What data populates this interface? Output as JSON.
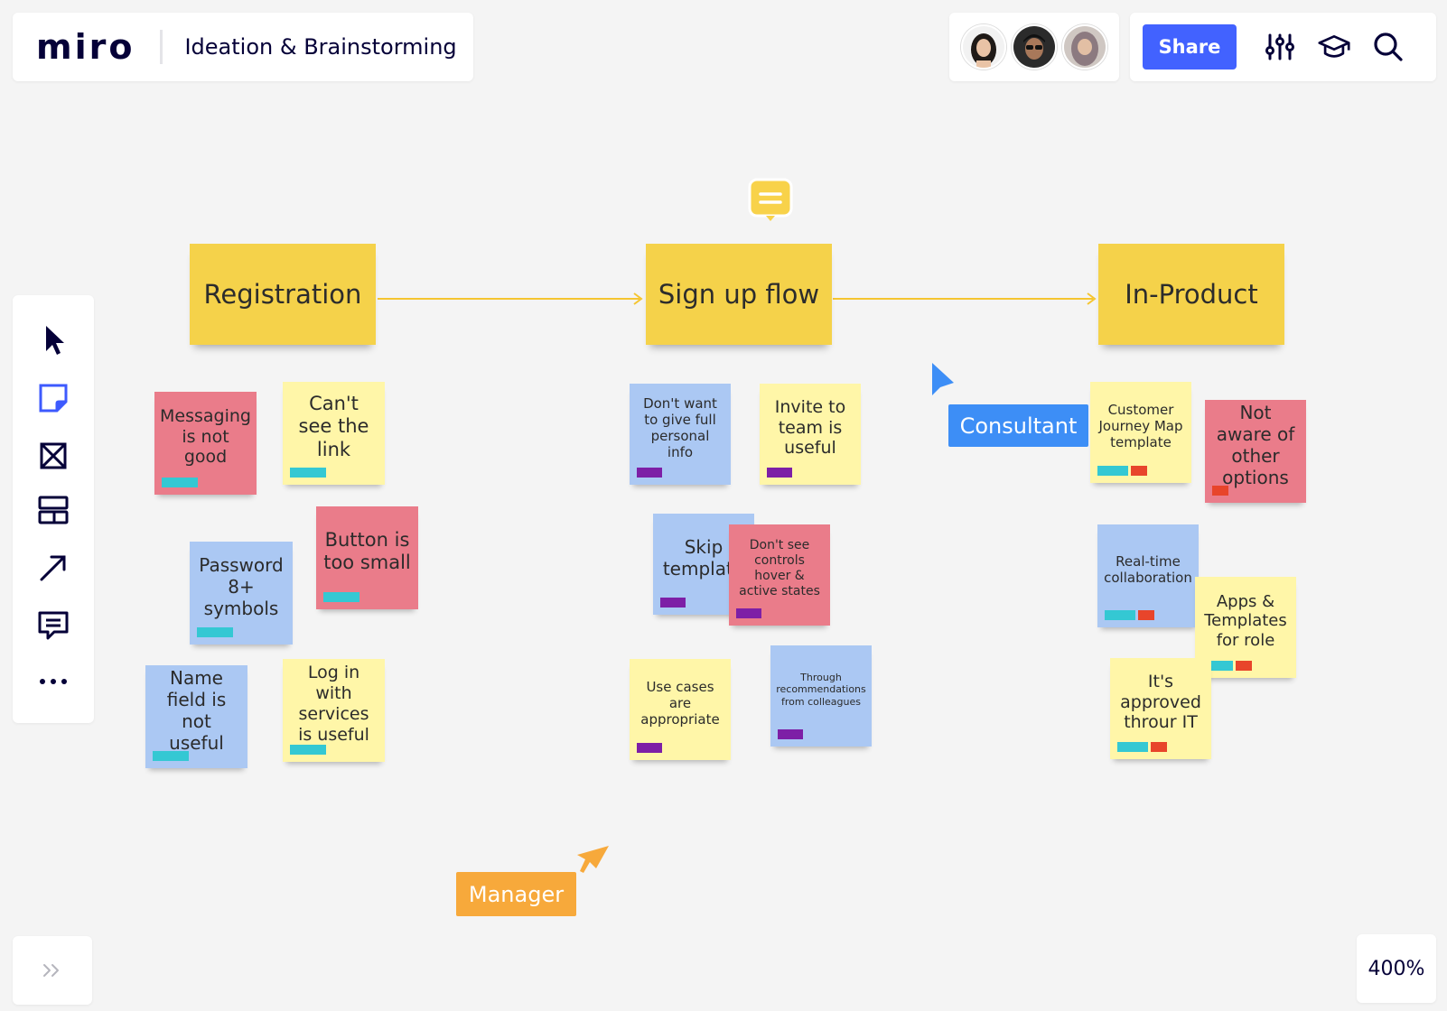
{
  "header": {
    "logo": "miro",
    "board_title": "Ideation & Brainstorming"
  },
  "collaborators": [
    {
      "name": "avatar-1"
    },
    {
      "name": "avatar-2"
    },
    {
      "name": "avatar-3"
    }
  ],
  "toolbar": {
    "share_label": "Share"
  },
  "zoom": "400%",
  "columns": [
    {
      "title": "Registration"
    },
    {
      "title": "Sign up flow"
    },
    {
      "title": "In-Product"
    }
  ],
  "stickies": {
    "messaging": "Messaging is not good",
    "cant_see_link": "Can't see the link",
    "password": "Password 8+ symbols",
    "button_small": "Button is too small",
    "name_field": "Name field is not useful",
    "log_in": "Log in with services is useful",
    "full_info": "Don't want to give full personal info",
    "invite_team": "Invite to team is useful",
    "skip_template": "Skip template",
    "controls": "Don't see controls hover & active states",
    "use_cases": "Use cases are appropriate",
    "recommendations": "Through recommendations from colleagues",
    "journey_map": "Customer Journey Map template",
    "not_aware": "Not aware of other options",
    "realtime": "Real-time collaboration",
    "apps_templates": "Apps & Templates for role",
    "approved": "It's approved throur IT"
  },
  "cursors": {
    "consultant": {
      "label": "Consultant",
      "color": "#3d8ef6"
    },
    "manager": {
      "label": "Manager",
      "color": "#f7a93b"
    }
  },
  "colors": {
    "accent": "#4262ff",
    "sticky_yellow": "#fff6a8",
    "sticky_red": "#ea7c8a",
    "sticky_blue": "#abc8f3",
    "column_header": "#f5d24a"
  }
}
